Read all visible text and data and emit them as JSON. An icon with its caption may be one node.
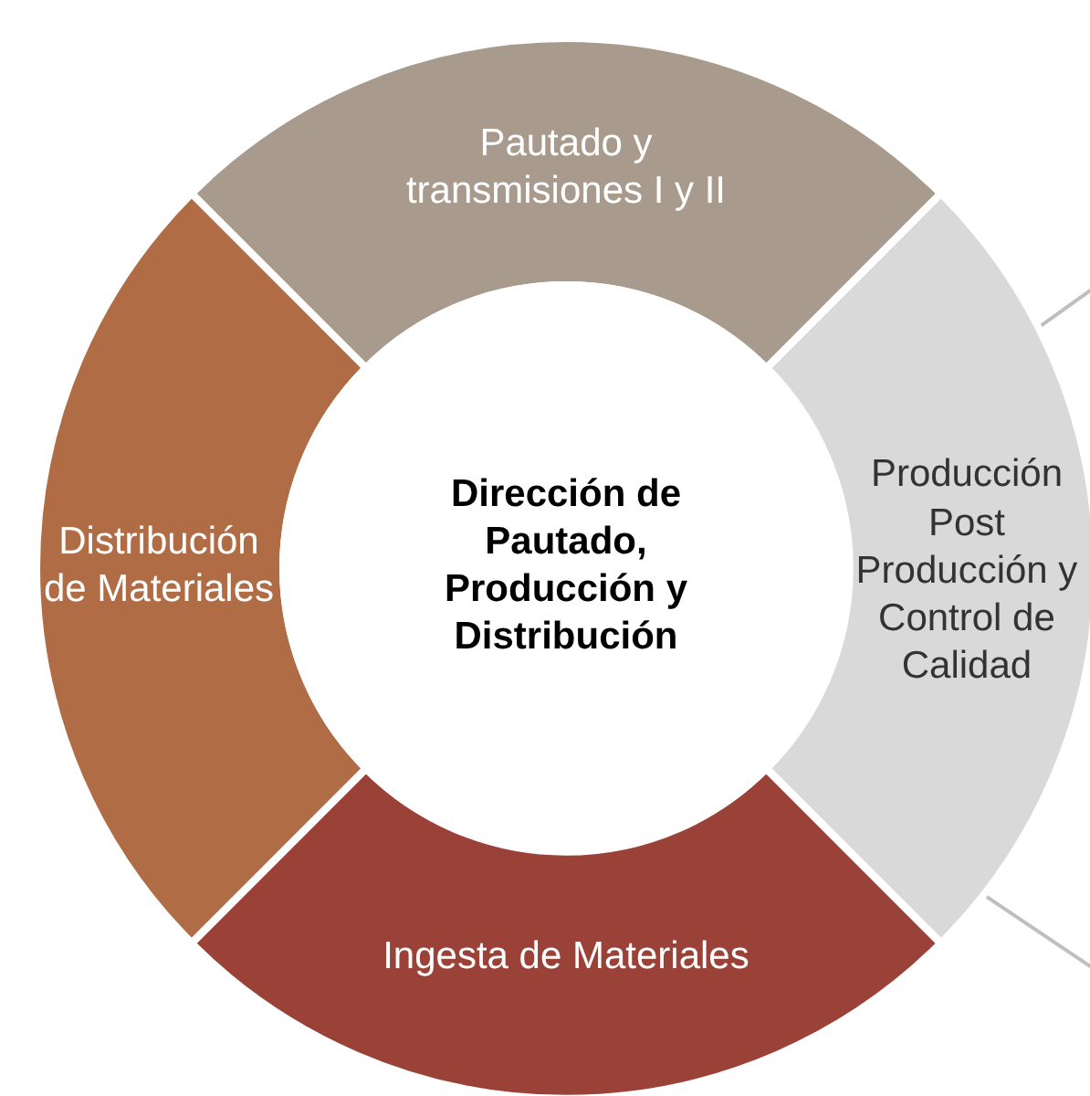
{
  "diagram": {
    "nodes": [
      {
        "text": [
          "Dirección de Pautado, Producción y Distribución"
        ]
      },
      {
        "text": [
          "Pautado y transmisiones I y II"
        ]
      },
      {
        "text": [
          "Producción Post Producción y Control de Calidad"
        ]
      },
      {
        "text": [
          "Ingesta de Materiales"
        ]
      },
      {
        "text": [
          "Distribución de Materiales"
        ]
      }
    ],
    "edges": [
      {
        "from": 2,
        "to": null,
        "arrow": "none"
      },
      {
        "from": 2,
        "to": null,
        "arrow": "none"
      }
    ]
  }
}
